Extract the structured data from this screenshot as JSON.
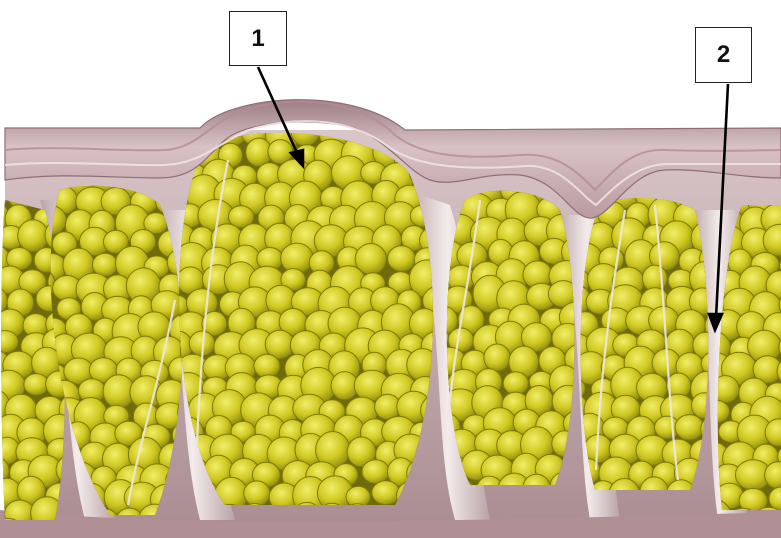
{
  "callouts": [
    {
      "id": "1",
      "text": "1"
    },
    {
      "id": "2",
      "text": "2"
    }
  ],
  "colors": {
    "background": "#ffffff",
    "fat_yellow": "#c9c31a",
    "fat_highlight": "#e6e24a",
    "fat_shadow": "#8d8a10",
    "skin_top": "#b9989c",
    "skin_mid": "#d9c3c6",
    "septa": "#e8dadc",
    "tissue_base": "#b49398",
    "arrow": "#000000"
  },
  "icons": {
    "fat_globule": "fat-lobule-icon",
    "arrow": "pointer-arrow-icon"
  }
}
